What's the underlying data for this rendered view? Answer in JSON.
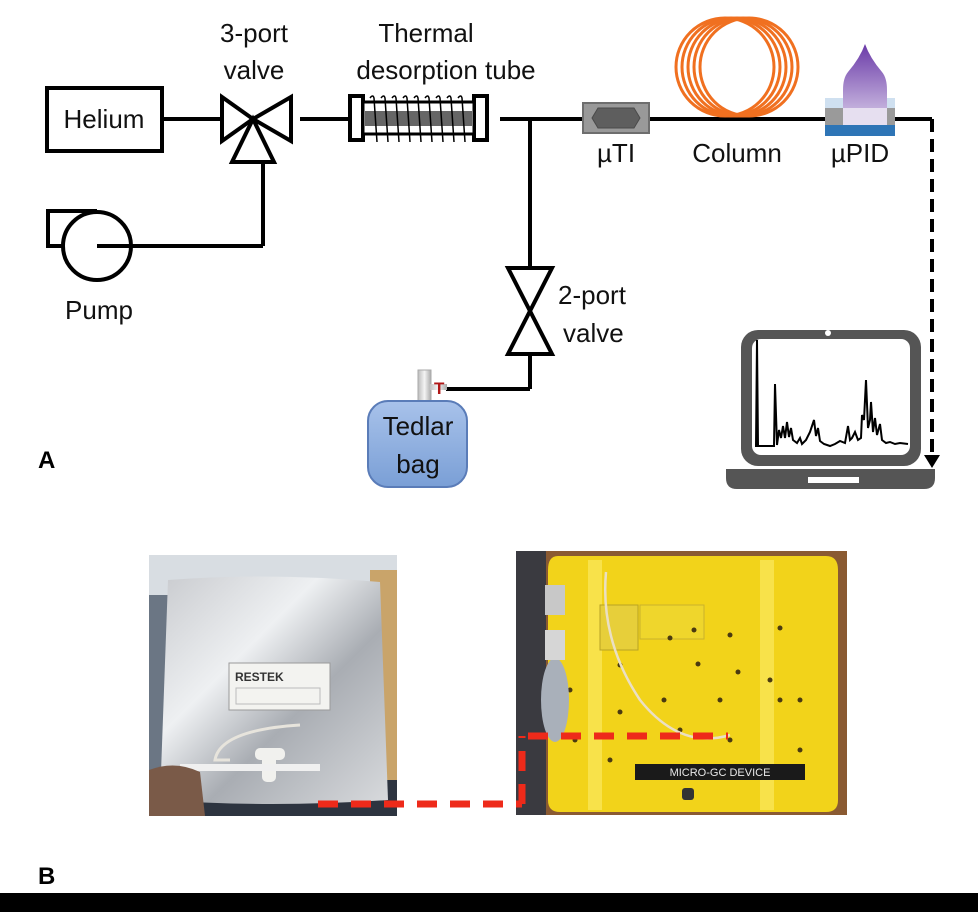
{
  "panels": {
    "a_label": "A",
    "b_label": "B"
  },
  "schematic": {
    "helium": "Helium",
    "valve3_line1": "3-port",
    "valve3_line2": "valve",
    "tube_line1": "Thermal",
    "tube_line2": "desorption tube",
    "uti": "µTI",
    "column": "Column",
    "upid": "µPID",
    "pump": "Pump",
    "valve2_line1": "2-port",
    "valve2_line2": "valve",
    "bag_line1": "Tedlar",
    "bag_line2": "bag",
    "bag_tap_letter": "T",
    "laptop": "laptop-chromatogram-icon"
  },
  "colors": {
    "line": "#000000",
    "column_orange": "#f07020",
    "upid_purple": "#7b4fb8",
    "upid_blue": "#2e75b6",
    "bag_blue": "#8fb0e0",
    "laptop_gray": "#555555",
    "uti_gray": "#8a8a8a",
    "dash_red": "#ee2a1a",
    "device_yellow": "#f2d31a"
  },
  "photos": {
    "bag_brand": "RESTEK",
    "device_label": "MICRO-GC DEVICE"
  }
}
